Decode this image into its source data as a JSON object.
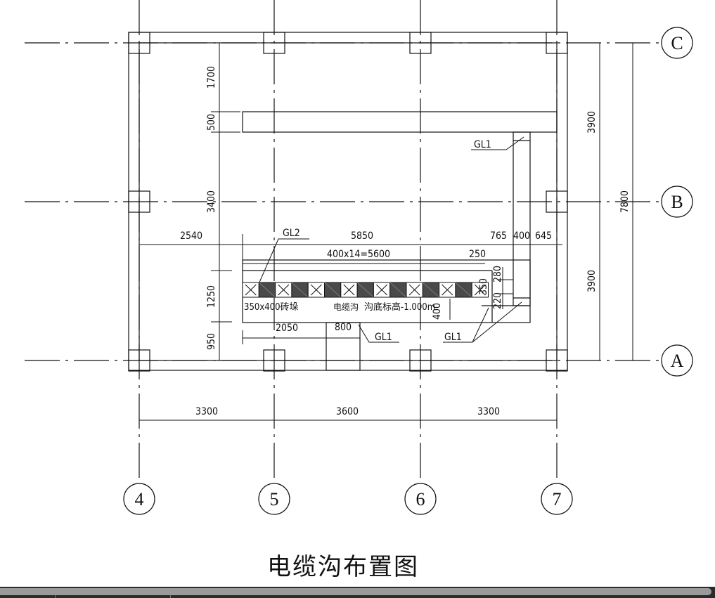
{
  "drawing": {
    "title": "电缆沟布置图",
    "grid_axes": {
      "rows": [
        "C",
        "B",
        "A"
      ],
      "cols": [
        "4",
        "5",
        "6",
        "7"
      ]
    },
    "dimensions": {
      "bottom_spans": [
        "3300",
        "3600",
        "3300"
      ],
      "right_spans": [
        "3900",
        "3900"
      ],
      "right_total": "7800",
      "left_vertical": [
        "1700",
        "500",
        "3400",
        "1250",
        "950"
      ],
      "trench_horizontal": [
        "2540",
        "5850",
        "765",
        "400",
        "645"
      ],
      "trench_inner": "400x14=5600",
      "trench_end": "250",
      "small_vertical": [
        "280",
        "350",
        "220"
      ],
      "opening_width": "2050",
      "opening_800": "800",
      "depth_400": "400"
    },
    "labels": {
      "gl2": "GL2",
      "gl1_top": "GL1",
      "gl1_bottom_a": "GL1",
      "gl1_bottom_b": "GL1",
      "pier": "350x400砖垛",
      "trench": "电缆沟",
      "trench_bottom": "沟底标高-1.000m"
    }
  },
  "statusbar": {
    "track": "horizontal-scrollbar"
  }
}
